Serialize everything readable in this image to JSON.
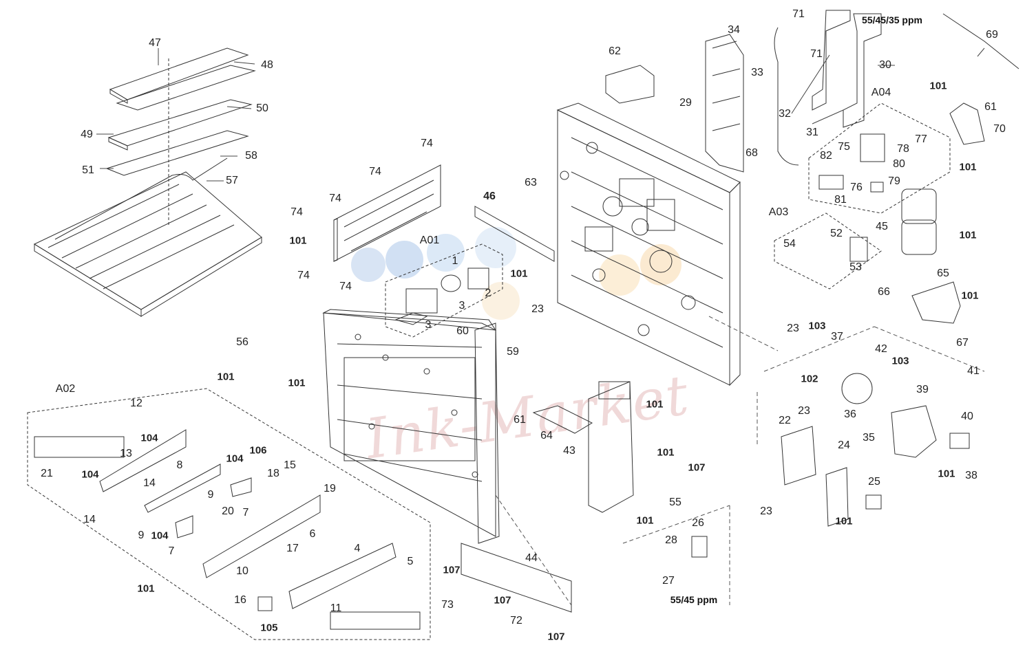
{
  "diagram": {
    "watermark_text": "Ink-Market",
    "spec_labels": {
      "top_right": "55/45/35 ppm",
      "bottom_middle": "55/45 ppm"
    },
    "assemblies": {
      "a01": "A01",
      "a02": "A02",
      "a03": "A03",
      "a04": "A04"
    },
    "parts": {
      "p1": "1",
      "p2": "2",
      "p3a": "3",
      "p3b": "3",
      "p4": "4",
      "p5": "5",
      "p6": "6",
      "p7a": "7",
      "p7b": "7",
      "p8": "8",
      "p9a": "9",
      "p9b": "9",
      "p10": "10",
      "p11": "11",
      "p12": "12",
      "p13": "13",
      "p14a": "14",
      "p14b": "14",
      "p15": "15",
      "p16": "16",
      "p17": "17",
      "p18": "18",
      "p19": "19",
      "p20": "20",
      "p21": "21",
      "p22": "22",
      "p23a": "23",
      "p23b": "23",
      "p23c": "23",
      "p23d": "23",
      "p24": "24",
      "p25": "25",
      "p26": "26",
      "p27": "27",
      "p28": "28",
      "p29": "29",
      "p30": "30",
      "p31": "31",
      "p32": "32",
      "p33": "33",
      "p34": "34",
      "p35": "35",
      "p36": "36",
      "p37": "37",
      "p38": "38",
      "p39": "39",
      "p40": "40",
      "p41": "41",
      "p42": "42",
      "p43": "43",
      "p44": "44",
      "p45": "45",
      "p46": "46",
      "p47": "47",
      "p48": "48",
      "p49": "49",
      "p50": "50",
      "p51": "51",
      "p52": "52",
      "p53": "53",
      "p54": "54",
      "p55": "55",
      "p56": "56",
      "p57": "57",
      "p58": "58",
      "p59": "59",
      "p60": "60",
      "p61a": "61",
      "p61b": "61",
      "p62": "62",
      "p63": "63",
      "p64": "64",
      "p65": "65",
      "p66": "66",
      "p67": "67",
      "p68": "68",
      "p69": "69",
      "p70": "70",
      "p71a": "71",
      "p71b": "71",
      "p72": "72",
      "p73": "73",
      "p74a": "74",
      "p74b": "74",
      "p74c": "74",
      "p74d": "74",
      "p74e": "74",
      "p74f": "74",
      "p75": "75",
      "p76": "76",
      "p77": "77",
      "p78": "78",
      "p79": "79",
      "p80": "80",
      "p81": "81",
      "p82": "82",
      "s101a": "101",
      "s101b": "101",
      "s101c": "101",
      "s101d": "101",
      "s101e": "101",
      "s101f": "101",
      "s101g": "101",
      "s101h": "101",
      "s101i": "101",
      "s101j": "101",
      "s101k": "101",
      "s101l": "101",
      "s101m": "101",
      "s101n": "101",
      "s102": "102",
      "s103a": "103",
      "s103b": "103",
      "s104a": "104",
      "s104b": "104",
      "s104c": "104",
      "s104d": "104",
      "s105": "105",
      "s106": "106",
      "s107a": "107",
      "s107b": "107",
      "s107c": "107",
      "s107d": "107"
    }
  }
}
